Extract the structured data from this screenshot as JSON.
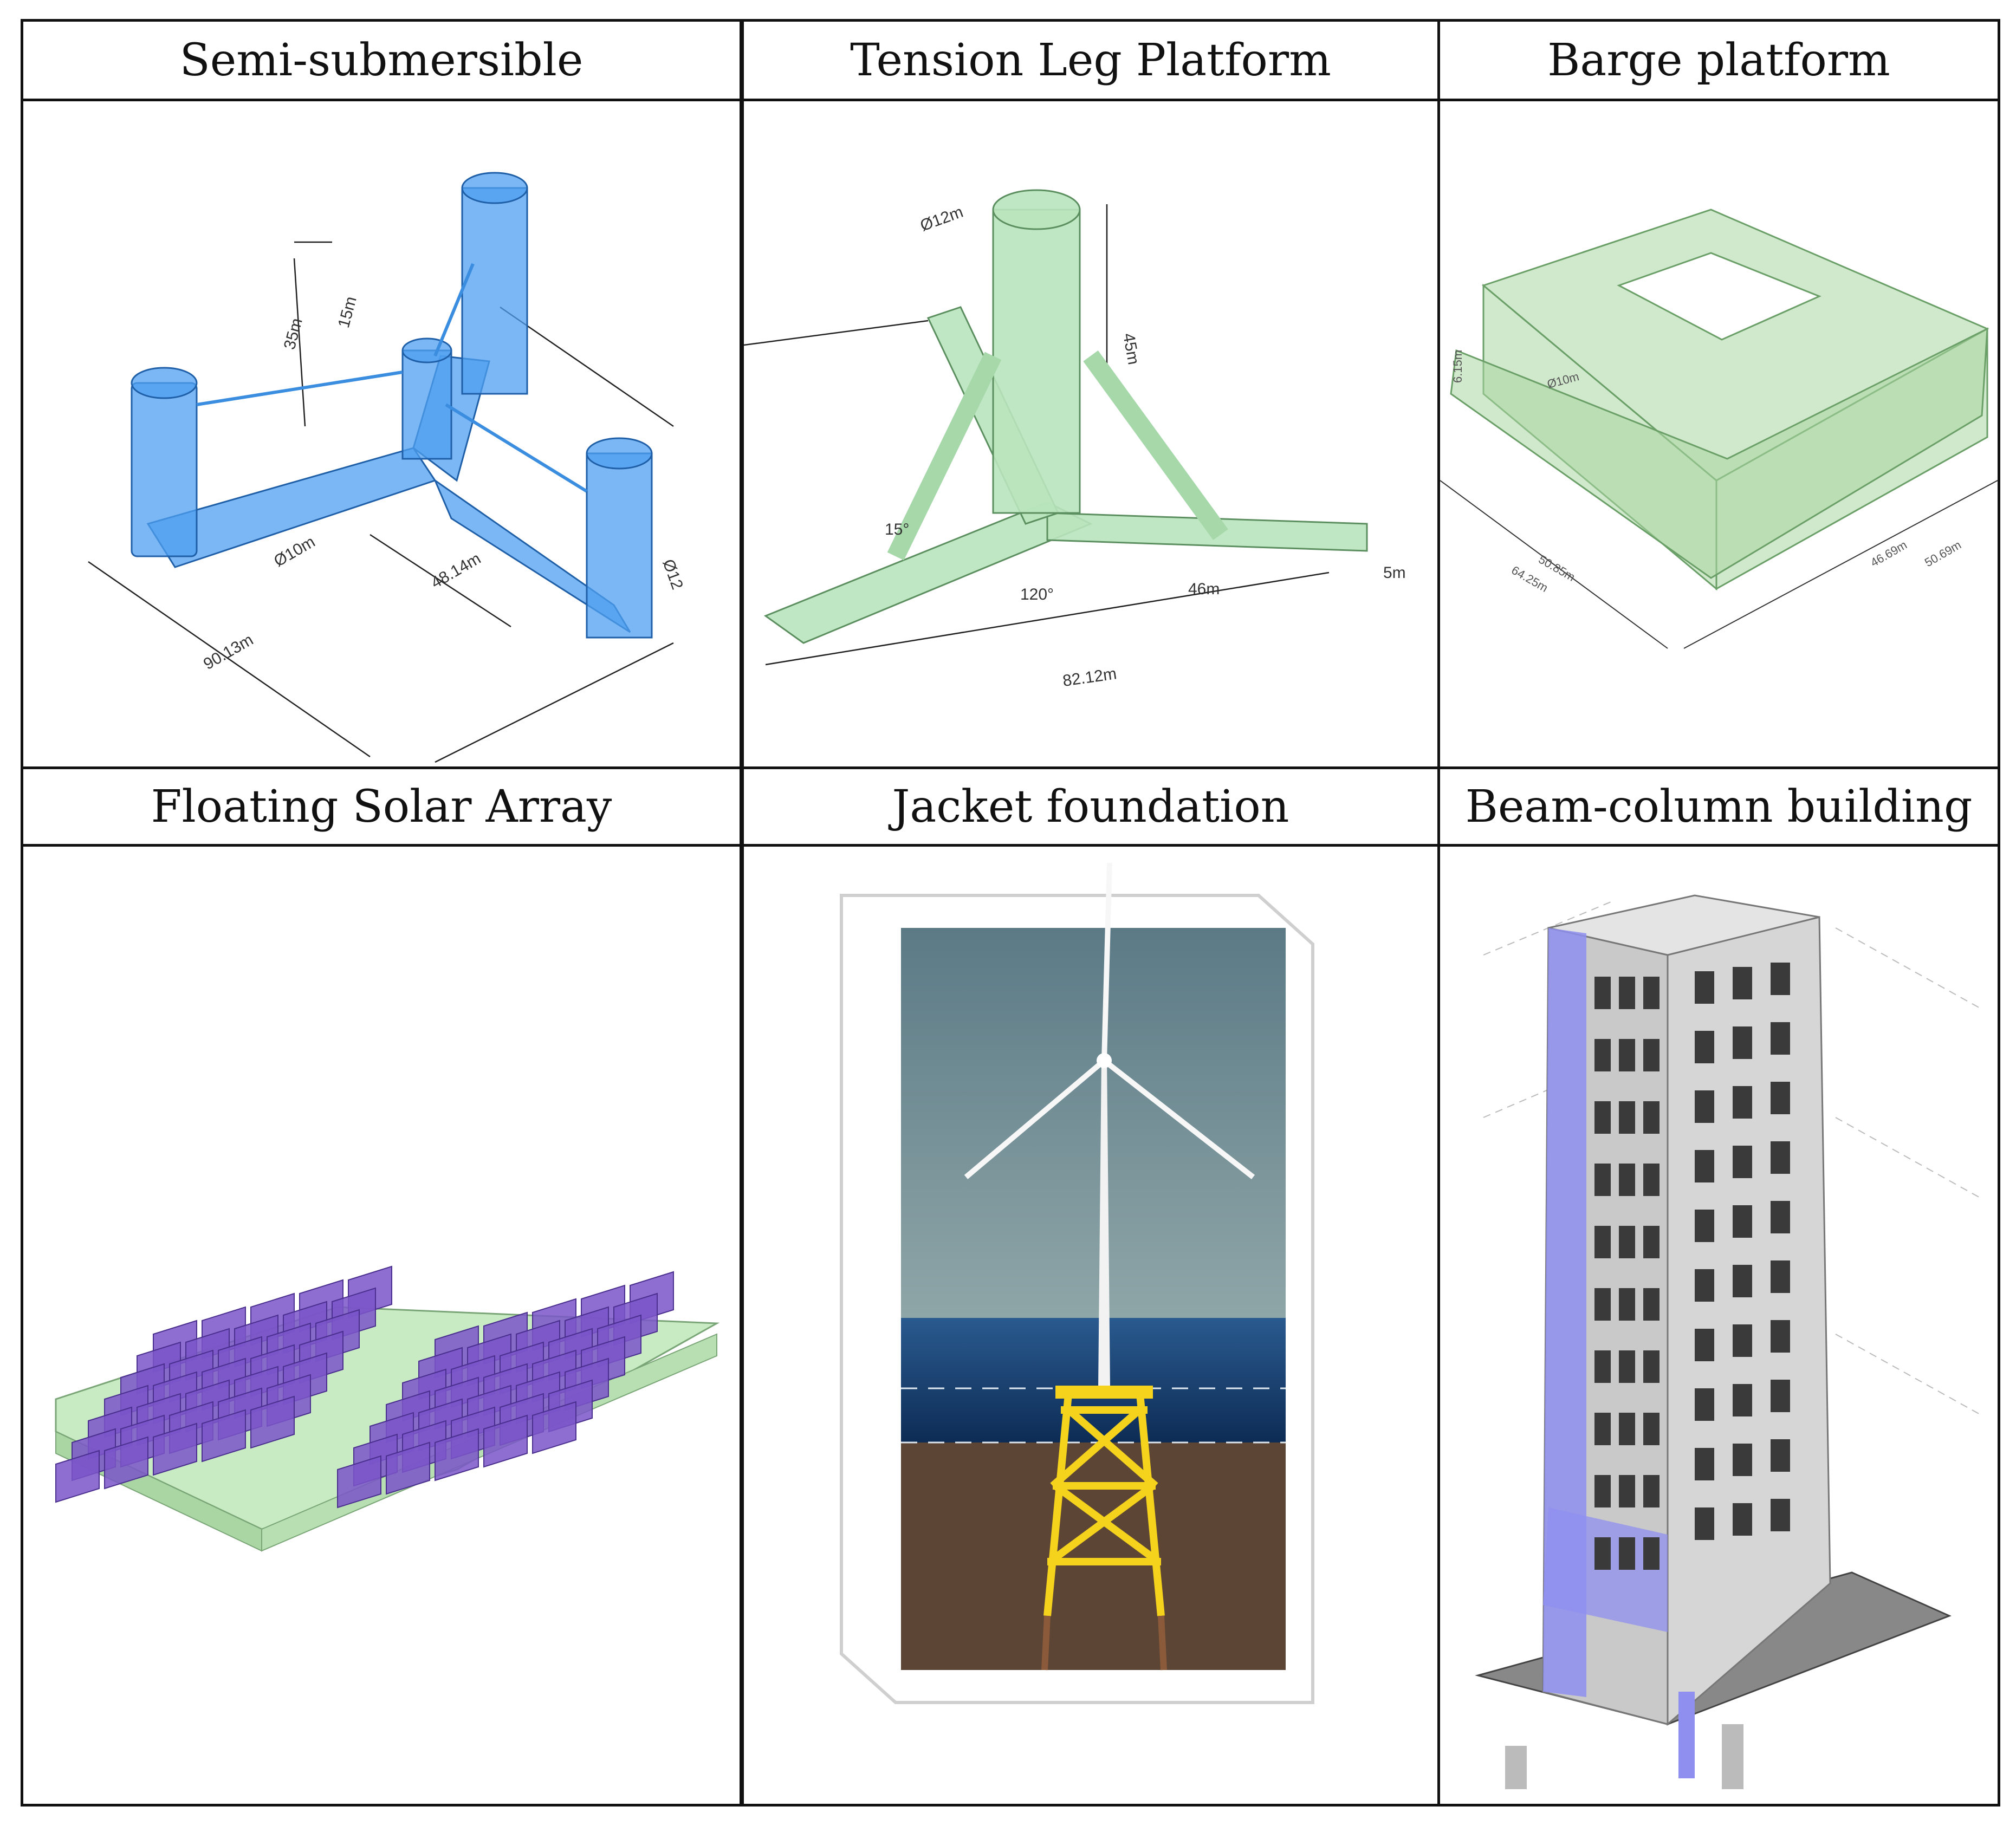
{
  "table": {
    "cells": [
      {
        "title": "Semi-submersible",
        "dims": [
          "35m",
          "15m",
          "Ø10m",
          "48.14m",
          "90.13m",
          "Ø12"
        ]
      },
      {
        "title": "Tension Leg Platform",
        "dims": [
          "Ø12m",
          "45m",
          "15°",
          "120°",
          "46m",
          "82.12m",
          "5m"
        ]
      },
      {
        "title": "Barge platform",
        "dims": [
          "Ø10m",
          "6.15m",
          "50.85m",
          "64.25m",
          "46.69m",
          "50.69m"
        ]
      },
      {
        "title": "Floating Solar Array",
        "dims": []
      },
      {
        "title": "Jacket foundation",
        "dims": []
      },
      {
        "title": "Beam-column building",
        "dims": []
      }
    ]
  },
  "colors": {
    "semi_blue": "#4f9ff0",
    "tlp_green": "#b9e4bd",
    "barge_green": "#a9d6a2",
    "solar_purple": "#7a55c9",
    "float_green": "#c8ebc3",
    "jacket_yellow": "#f5d21c",
    "sea": "#2a5a8f",
    "building_grey": "#c9c9c9",
    "building_blue": "#8f8ff0"
  }
}
